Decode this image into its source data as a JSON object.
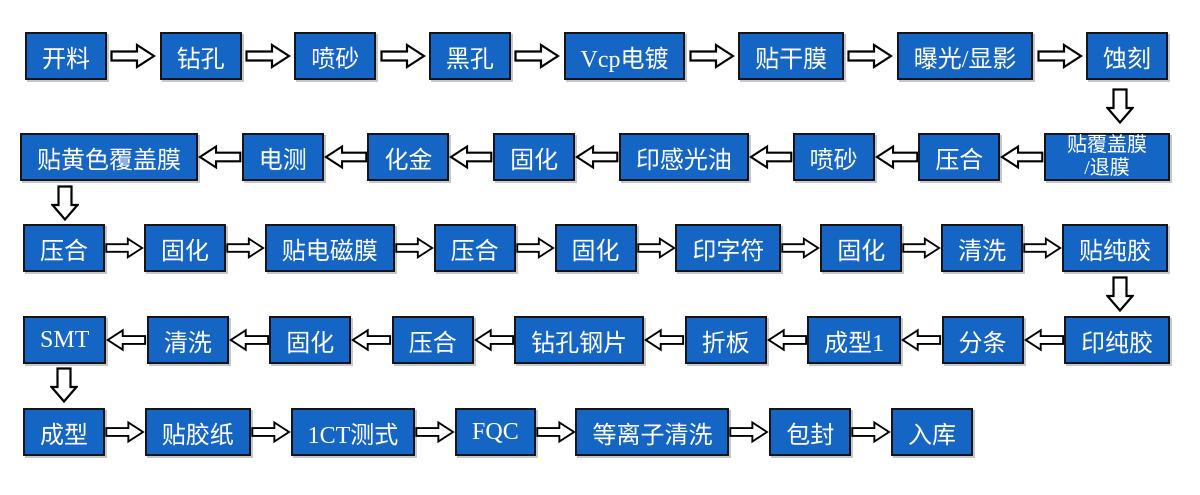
{
  "colors": {
    "background": "#ffffff",
    "node_fill": "#1565c5",
    "node_border": "#14141a",
    "node_text": "#ffffff",
    "arrow_fill": "#ffffff",
    "arrow_stroke": "#000000"
  },
  "flow": {
    "rows": [
      {
        "direction": "right",
        "nodes": [
          {
            "label": "开料"
          },
          {
            "label": "钻孔"
          },
          {
            "label": "喷砂"
          },
          {
            "label": "黑孔"
          },
          {
            "label": "Vcp电镀"
          },
          {
            "label": "贴干膜"
          },
          {
            "label": "曝光/显影"
          },
          {
            "label": "蚀刻"
          }
        ]
      },
      {
        "direction": "left",
        "nodes": [
          {
            "label": "贴黄色覆盖膜"
          },
          {
            "label": "电测"
          },
          {
            "label": "化金"
          },
          {
            "label": "固化"
          },
          {
            "label": "印感光油"
          },
          {
            "label": "喷砂"
          },
          {
            "label": "压合"
          },
          {
            "label": "贴覆盖膜\n/退膜",
            "two_line": true
          }
        ]
      },
      {
        "direction": "right",
        "nodes": [
          {
            "label": "压合"
          },
          {
            "label": "固化"
          },
          {
            "label": "贴电磁膜"
          },
          {
            "label": "压合"
          },
          {
            "label": "固化"
          },
          {
            "label": "印字符"
          },
          {
            "label": "固化"
          },
          {
            "label": "清洗"
          },
          {
            "label": "贴纯胶"
          }
        ]
      },
      {
        "direction": "left",
        "nodes": [
          {
            "label": "SMT"
          },
          {
            "label": "清洗"
          },
          {
            "label": "固化"
          },
          {
            "label": "压合"
          },
          {
            "label": "钻孔钢片"
          },
          {
            "label": "折板"
          },
          {
            "label": "成型1"
          },
          {
            "label": "分条"
          },
          {
            "label": "印纯胶"
          }
        ]
      },
      {
        "direction": "right",
        "nodes": [
          {
            "label": "成型"
          },
          {
            "label": "贴胶纸"
          },
          {
            "label": "1CT测式"
          },
          {
            "label": "FQC"
          },
          {
            "label": "等离子清洗"
          },
          {
            "label": "包封"
          },
          {
            "label": "入库"
          }
        ]
      }
    ],
    "connectors": [
      {
        "from": "蚀刻",
        "to": "贴覆盖膜/退膜"
      },
      {
        "from": "贴黄色覆盖膜",
        "to": "压合"
      },
      {
        "from": "贴纯胶",
        "to": "印纯胶"
      },
      {
        "from": "SMT",
        "to": "成型"
      }
    ]
  }
}
